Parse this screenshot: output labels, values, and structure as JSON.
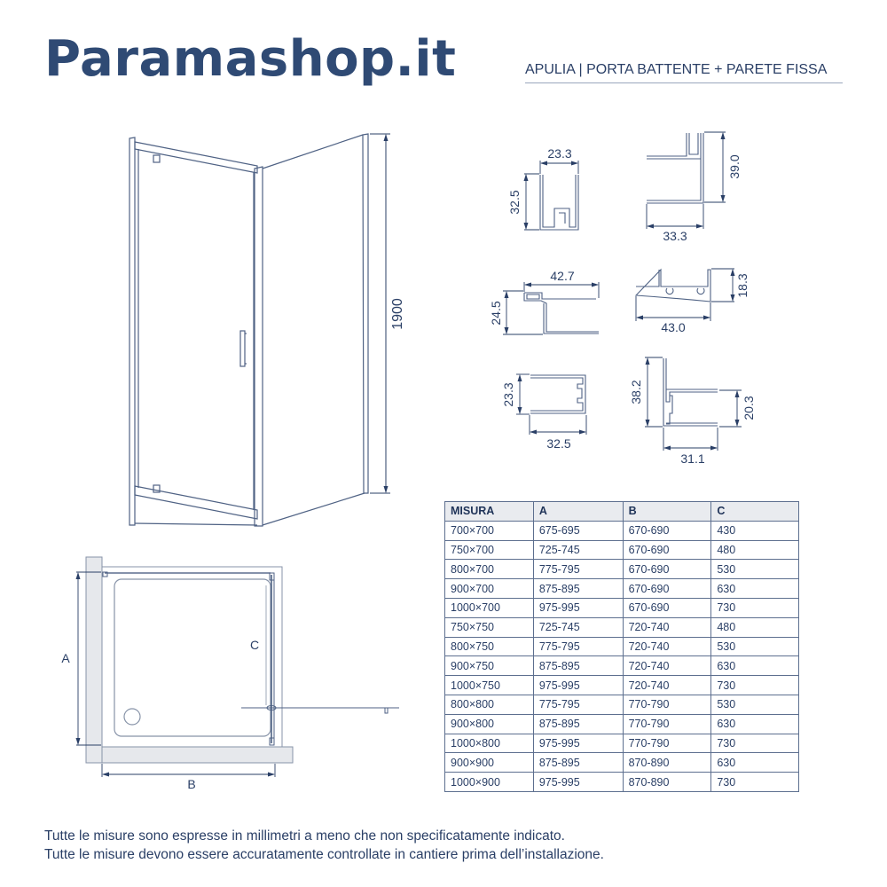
{
  "header": {
    "brand": "Paramashop.it",
    "subtitle": "APULIA | PORTA BATTENTE + PARETE FISSA"
  },
  "front_view": {
    "height_label": "1900"
  },
  "profiles": [
    {
      "id": "profile-1",
      "dims": [
        "23.3",
        "32.5"
      ]
    },
    {
      "id": "profile-2",
      "dims": [
        "39.0",
        "33.3"
      ]
    },
    {
      "id": "profile-3",
      "dims": [
        "42.7",
        "24.5"
      ]
    },
    {
      "id": "profile-4",
      "dims": [
        "18.3",
        "43.0"
      ]
    },
    {
      "id": "profile-5",
      "dims": [
        "23.3",
        "32.5"
      ]
    },
    {
      "id": "profile-6",
      "dims": [
        "38.2",
        "20.3",
        "31.1"
      ]
    }
  ],
  "plan_view": {
    "label_a": "A",
    "label_b": "B",
    "label_c": "C"
  },
  "table": {
    "headers": [
      "MISURA",
      "A",
      "B",
      "C"
    ],
    "rows": [
      [
        "700×700",
        "675-695",
        "670-690",
        "430"
      ],
      [
        "750×700",
        "725-745",
        "670-690",
        "480"
      ],
      [
        "800×700",
        "775-795",
        "670-690",
        "530"
      ],
      [
        "900×700",
        "875-895",
        "670-690",
        "630"
      ],
      [
        "1000×700",
        "975-995",
        "670-690",
        "730"
      ],
      [
        "750×750",
        "725-745",
        "720-740",
        "480"
      ],
      [
        "800×750",
        "775-795",
        "720-740",
        "530"
      ],
      [
        "900×750",
        "875-895",
        "720-740",
        "630"
      ],
      [
        "1000×750",
        "975-995",
        "720-740",
        "730"
      ],
      [
        "800×800",
        "775-795",
        "770-790",
        "530"
      ],
      [
        "900×800",
        "875-895",
        "770-790",
        "630"
      ],
      [
        "1000×800",
        "975-995",
        "770-790",
        "730"
      ],
      [
        "900×900",
        "875-895",
        "870-890",
        "630"
      ],
      [
        "1000×900",
        "975-995",
        "870-890",
        "730"
      ]
    ]
  },
  "footnotes": [
    "Tutte le misure sono espresse in millimetri a meno che non specificatamente indicato.",
    "Tutte le misure devono essere accuratamente controllate in cantiere prima dell’installazione."
  ],
  "colors": {
    "brand": "#2f4a74",
    "text": "#2a3f66",
    "line": "#5d6f8f",
    "table_header_bg": "#e9ebef",
    "wall_fill": "#e6e8ec"
  }
}
